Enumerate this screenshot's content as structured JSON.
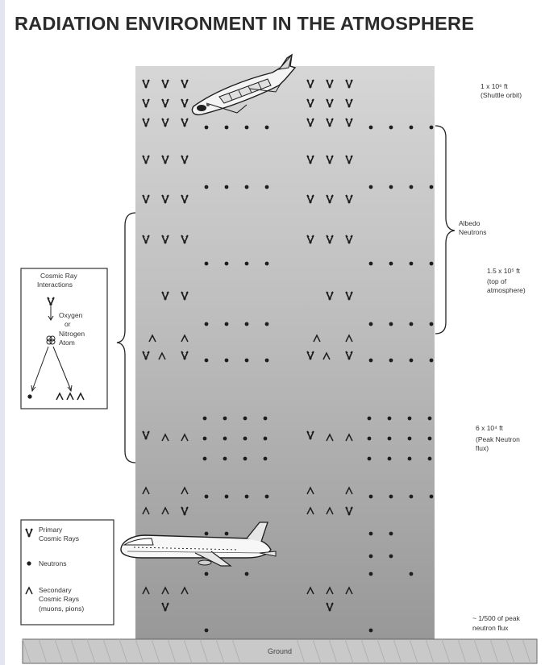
{
  "title": "RADIATION ENVIRONMENT IN THE ATMOSPHERE",
  "altitude_labels": {
    "shuttle": {
      "value": "1 x 10⁶ ft",
      "note": "(Shuttle orbit)"
    },
    "top_atmosphere": {
      "value": "1.5 x 10⁵ ft",
      "note_line1": "(top of",
      "note_line2": "atmosphere)"
    },
    "peak_flux": {
      "value": "6 x 10⁴ ft",
      "note_line1": "(Peak Neutron",
      "note_line2": "flux)"
    },
    "ground_level": {
      "value": "~ 1/500 of peak",
      "note": "neutron flux"
    }
  },
  "albedo": {
    "line1": "Albedo",
    "line2": "Neutrons"
  },
  "interaction_box": {
    "title_line1": "Cosmic Ray",
    "title_line2": "Interactions",
    "oxygen": "Oxygen",
    "or": "or",
    "nitrogen": "Nitrogen",
    "atom": "Atom"
  },
  "legend": {
    "primary_line1": "Primary",
    "primary_line2": "Cosmic Rays",
    "neutrons": "Neutrons",
    "secondary_line1": "Secondary",
    "secondary_line2": "Cosmic Rays",
    "secondary_line3": "(muons, pions)"
  },
  "ground": "Ground",
  "colors": {
    "column_top": "#d2d2d2",
    "column_bottom": "#9c9c9c",
    "ink": "#1e1e1e"
  }
}
